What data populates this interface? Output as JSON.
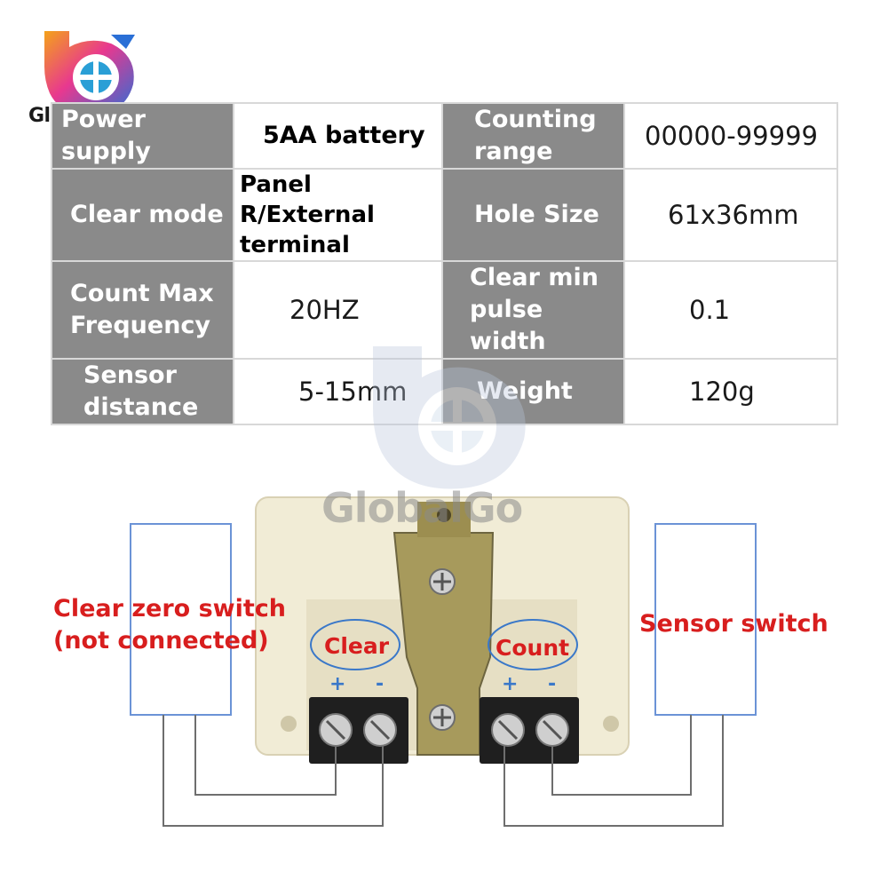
{
  "brand": {
    "name": "GlobalGo",
    "watermark_text": "GlobalGo"
  },
  "specs": {
    "rows": [
      [
        {
          "label": "Power supply"
        },
        {
          "value": "5AA battery"
        },
        {
          "label": "Counting range"
        },
        {
          "value": "00000-99999"
        }
      ],
      [
        {
          "label": "Clear mode"
        },
        {
          "value": "Panel R/External terminal"
        },
        {
          "label": "Hole Size"
        },
        {
          "value": "61x36mm"
        }
      ],
      [
        {
          "label": "Count Max Frequency"
        },
        {
          "value": "20HZ"
        },
        {
          "label": "Clear min pulse width"
        },
        {
          "value": "0.1"
        }
      ],
      [
        {
          "label": "Sensor distance"
        },
        {
          "value": "5-15mm"
        },
        {
          "label": "Weight"
        },
        {
          "value": "120g"
        }
      ]
    ]
  },
  "diagram": {
    "left_switch_label_line1": "Clear zero switch",
    "left_switch_label_line2": "(not connected)",
    "right_switch_label": "Sensor switch",
    "clear_label": "Clear",
    "count_label": "Count",
    "plus": "+",
    "minus": "-"
  },
  "colors": {
    "label_bg": "#8a8a8a",
    "accent_red": "#d81e1e",
    "circle_blue": "#3a78c9"
  }
}
